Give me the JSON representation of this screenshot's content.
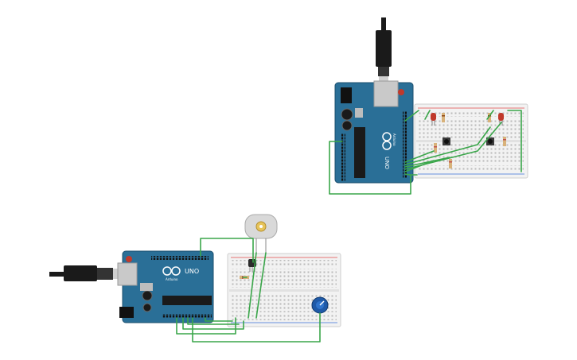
{
  "boards": {
    "top": {
      "logo_text": "UNO",
      "brand_text": "Arduino"
    },
    "bottom": {
      "logo_text": "UNO",
      "brand_text": "Arduino"
    }
  },
  "colors": {
    "canvas_bg": "#ffffff",
    "arduino_board": "#2a6f97",
    "breadboard": "#f2f2f2",
    "wire_green": "#3aa64a",
    "rail_red": "#e24a4a",
    "rail_blue": "#3a6fd8",
    "usb_cable": "#1a1a1a",
    "led_red": "#c0392b",
    "potentiometer": "#1f5aa8",
    "motor": "#d9d9d9"
  },
  "icons": [
    "usb-cable-icon",
    "led-icon",
    "resistor-icon",
    "pushbutton-icon",
    "motor-icon",
    "potentiometer-icon",
    "transistor-icon"
  ]
}
